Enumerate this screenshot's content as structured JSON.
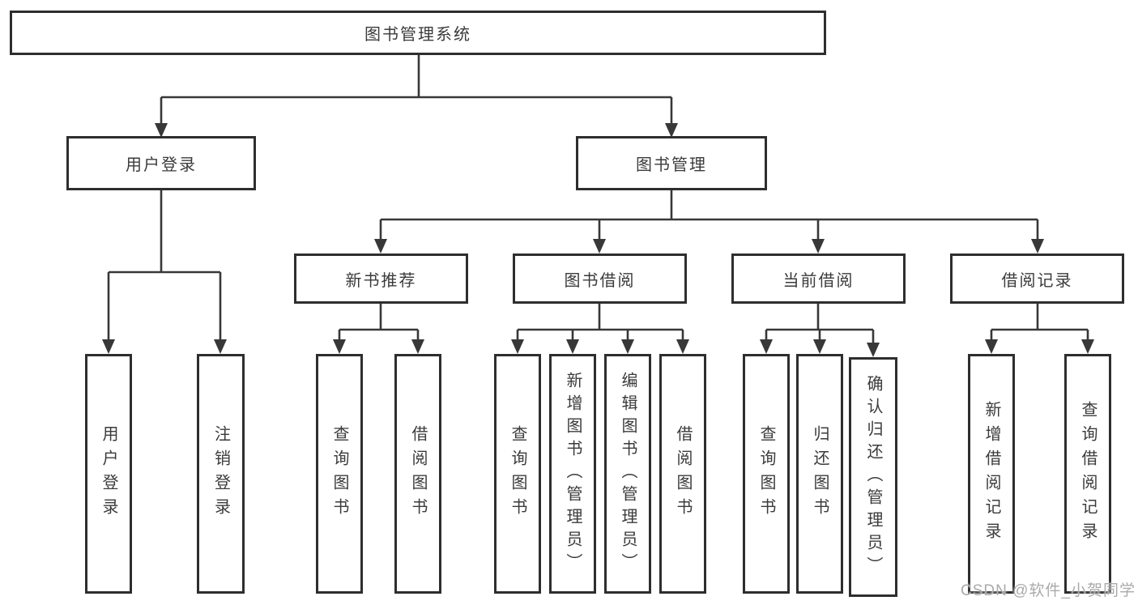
{
  "diagram": {
    "root_label": "图书管理系统",
    "branches": {
      "user_login": {
        "label": "用户登录",
        "children": [
          "用户登录",
          "注销登录"
        ]
      },
      "book_mgmt": {
        "label": "图书管理",
        "groups": {
          "new_book_rec": {
            "label": "新书推荐",
            "children": [
              "查询图书",
              "借阅图书"
            ]
          },
          "book_borrow": {
            "label": "图书借阅",
            "children": [
              "查询图书",
              "新增图书（管理员）",
              "编辑图书（管理员）",
              "借阅图书"
            ]
          },
          "current_borrow": {
            "label": "当前借阅",
            "children": [
              "查询图书",
              "归还图书",
              "确认归还（管理员）"
            ]
          },
          "borrow_records": {
            "label": "借阅记录",
            "children": [
              "新增借阅记录",
              "查询借阅记录"
            ]
          }
        }
      }
    }
  },
  "watermark": "CSDN @软件_小贺同学",
  "colors": {
    "line": "#383838",
    "box_border": "#2e2e2e",
    "text": "#3b3b3b",
    "watermark": "#aaaaaa",
    "background": "#ffffff"
  }
}
